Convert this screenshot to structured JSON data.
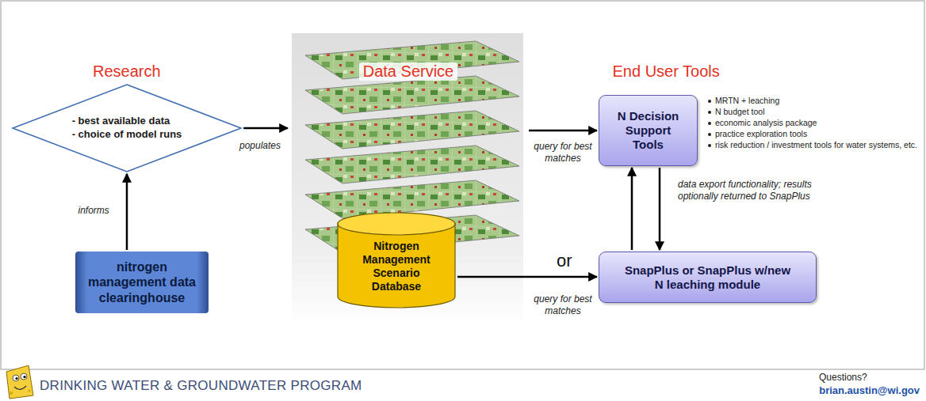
{
  "diagram": {
    "nodes": [
      {
        "text": [
          "- best available data",
          "- choice of model runs"
        ]
      },
      {
        "text": [
          "Data Service"
        ]
      },
      {
        "text": [
          "Nitrogen Management Scenario Database"
        ],
        "in": 1
      },
      {
        "text": [
          "N Decision Support Tools"
        ]
      },
      {
        "text": [
          "nitrogen management data clearinghouse"
        ]
      },
      {
        "text": [
          "SnapPlus or SnapPlus w/new N leaching module"
        ]
      }
    ],
    "edges": [
      {
        "from": 4,
        "to": 0,
        "arrow": "to",
        "label": "informs"
      },
      {
        "from": 0,
        "to": 1,
        "arrow": "to",
        "label": "populates"
      },
      {
        "from": 1,
        "to": 3,
        "arrow": "to",
        "label": "query for best matches"
      },
      {
        "from": 2,
        "to": 5,
        "arrow": "to",
        "label": "query for best matches"
      },
      {
        "from": 5,
        "to": 3,
        "arrow": "to"
      },
      {
        "from": 3,
        "to": 5,
        "arrow": "to",
        "label": "data export functionality; results optionally returned to SnapPlus"
      }
    ],
    "labels": [
      "Research",
      "End User Tools",
      "MRTN + leaching",
      "N budget tool",
      "economic analysis package",
      "practice exploration tools",
      "risk reduction / investment tools for water systems, etc.",
      "or",
      "DRINKING WATER & GROUNDWATER PROGRAM",
      "Questions?",
      "brian.austin@wi.gov"
    ]
  }
}
